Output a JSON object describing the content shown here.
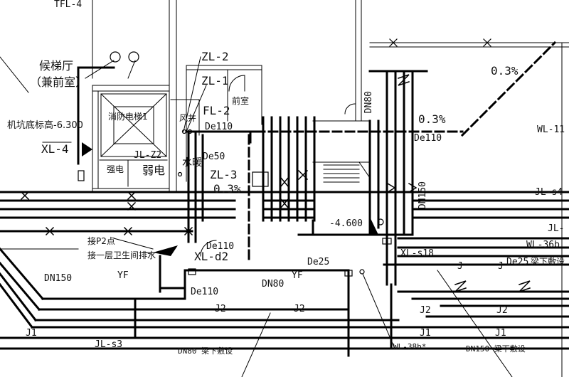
{
  "labels": {
    "tfl4": "TFL-4",
    "waiting_hall": "候梯厅",
    "waiting_hall_sub": "（兼前室）",
    "pit_elev": "机坑底标高-6.300",
    "fire_elevator": "消防电梯1",
    "xl4": "XL-4",
    "jl_z2": "JL-Z2",
    "strong_elec": "强电",
    "weak_elec": "弱电",
    "water_well": "水暖",
    "zl2": "ZL-2",
    "zl1": "ZL-1",
    "fl2": "FL-2",
    "vent_shaft": "风井",
    "front_room": "前室",
    "de110_a": "De110",
    "de50": "De50",
    "zl3": "ZL-3",
    "slope_a": "0.3%",
    "slope_b": "0.3%",
    "slope_c": "0.3%",
    "dn80_v": "DN80",
    "de110_b": "De110",
    "wl11": "WL-11",
    "jl_s4": "JL-s4",
    "jl_s": "JL-",
    "wl36b": "WL-36b",
    "dn150_v": "DN150",
    "elev_4600": "-4.600",
    "xl_s18": "XL-s18",
    "de25_a": "De25",
    "de25_b": "De25",
    "beam_note": "梁下敷设",
    "connect_p2": "接P2点",
    "connect_toilet": "接一层卫生间排水",
    "xl_d2": "XL-d2",
    "de110_c": "De110",
    "de110_d": "De110",
    "dn150_h": "DN150",
    "yf_a": "YF",
    "yf_b": "YF",
    "dn80_h": "DN80",
    "j2_a": "J2",
    "j2_b": "J2",
    "j2_c": "J2",
    "j2_d": "J2",
    "j1_a": "J1",
    "j1_b": "J1",
    "j1_c": "J1",
    "j_a": "J",
    "j_b": "J",
    "jl_s3": "JL-s3",
    "wl38b": "WL-38b*",
    "dn150_bottom": "DN150 梁下敷设",
    "dn80_bottom": "DN80 梁下敷设"
  },
  "colors": {
    "line": "#000000",
    "text": "#111111",
    "background": "#ffffff"
  }
}
